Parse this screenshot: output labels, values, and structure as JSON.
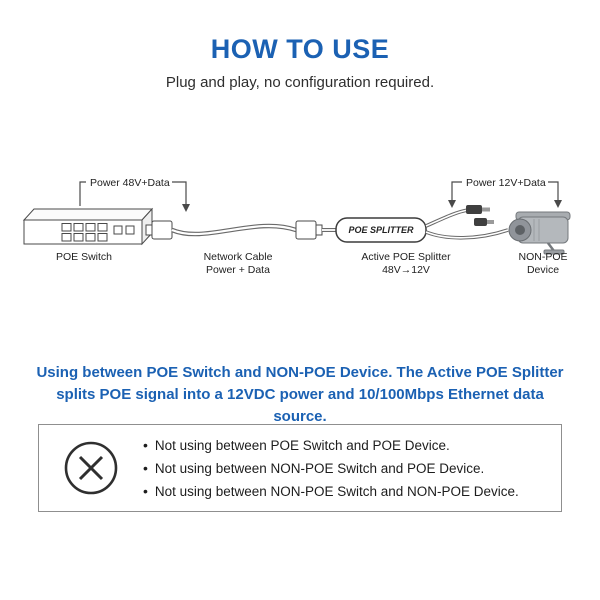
{
  "header": {
    "title": "HOW TO USE",
    "subtitle": "Plug and play, no configuration required."
  },
  "diagram": {
    "callout_left": "Power 48V+Data",
    "callout_right": "Power 12V+Data",
    "splitter_text": "POE SPLITTER",
    "labels": {
      "switch": "POE Switch",
      "cable1": "Network Cable",
      "cable2": "Power + Data",
      "splitter1": "Active POE Splitter",
      "splitter2": "48V→12V",
      "device1": "NON-POE",
      "device2": "Device"
    }
  },
  "description": {
    "text": "Using between POE Switch and NON-POE Device. The Active POE Splitter splits POE signal into a 12VDC power and 10/100Mbps Ethernet data source."
  },
  "warning": {
    "items": [
      "Not using between POE Switch and POE Device.",
      "Not using between NON-POE Switch and POE Device.",
      "Not using between NON-POE Switch and NON-POE Device."
    ]
  },
  "colors": {
    "accent_blue": "#1b61b3",
    "line_gray": "#4a4a4a"
  }
}
